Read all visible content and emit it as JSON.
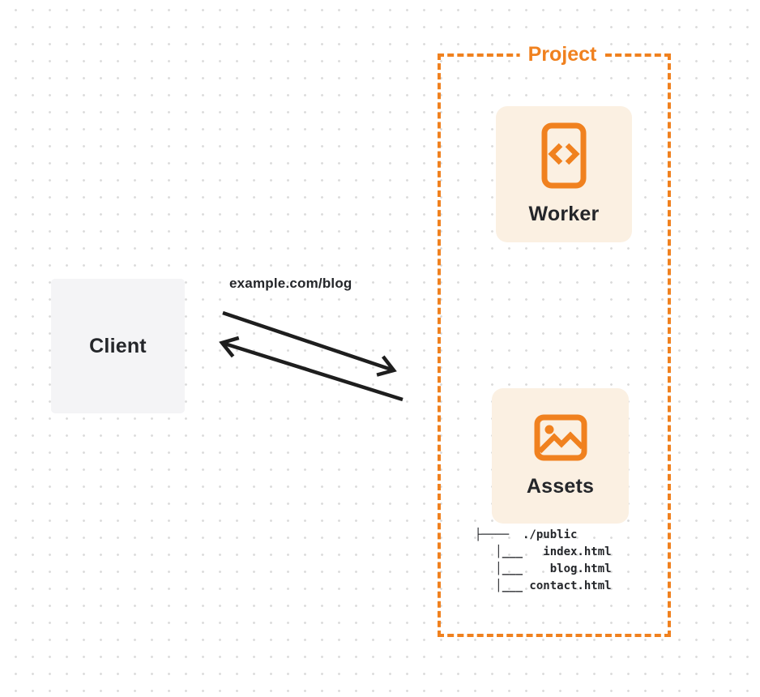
{
  "client": {
    "label": "Client"
  },
  "request_label": "example.com/blog",
  "project": {
    "label": "Project",
    "worker": {
      "label": "Worker",
      "icon": "code-document-icon"
    },
    "assets": {
      "label": "Assets",
      "icon": "image-icon",
      "file_tree": [
        "├────  ./public",
        "   │___   index.html",
        "   │___    blog.html",
        "   │___ contact.html"
      ]
    }
  },
  "colors": {
    "orange": "#F0811F",
    "card_bg": "#FBF0E2",
    "client_bg": "#F4F4F6",
    "ink": "#24262A",
    "arrow": "#1E1E1E",
    "dot": "#DCDCDC",
    "page_bg": "#FFFFFF"
  }
}
